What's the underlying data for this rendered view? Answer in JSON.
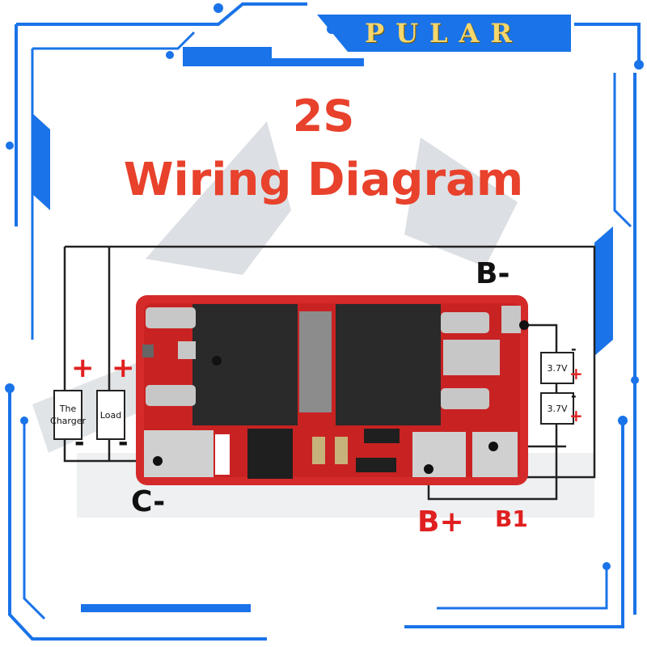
{
  "brand": "PULAR",
  "title_line1": "2S",
  "title_line2": "Wiring Diagram",
  "terminals": {
    "b_minus": "B-",
    "c_minus": "C-",
    "b_plus": "B+",
    "b1": "B1"
  },
  "components": {
    "charger": "The Charger",
    "load": "Load",
    "cell_top": "3.7V",
    "cell_bottom": "3.7V"
  },
  "signs": {
    "plus": "+",
    "minus": "-"
  },
  "colors": {
    "frame_blue": "#1a73e8",
    "title_red": "#e8412c",
    "pcb_red": "#d42a2a",
    "brand_gold": "#f5d76e"
  }
}
